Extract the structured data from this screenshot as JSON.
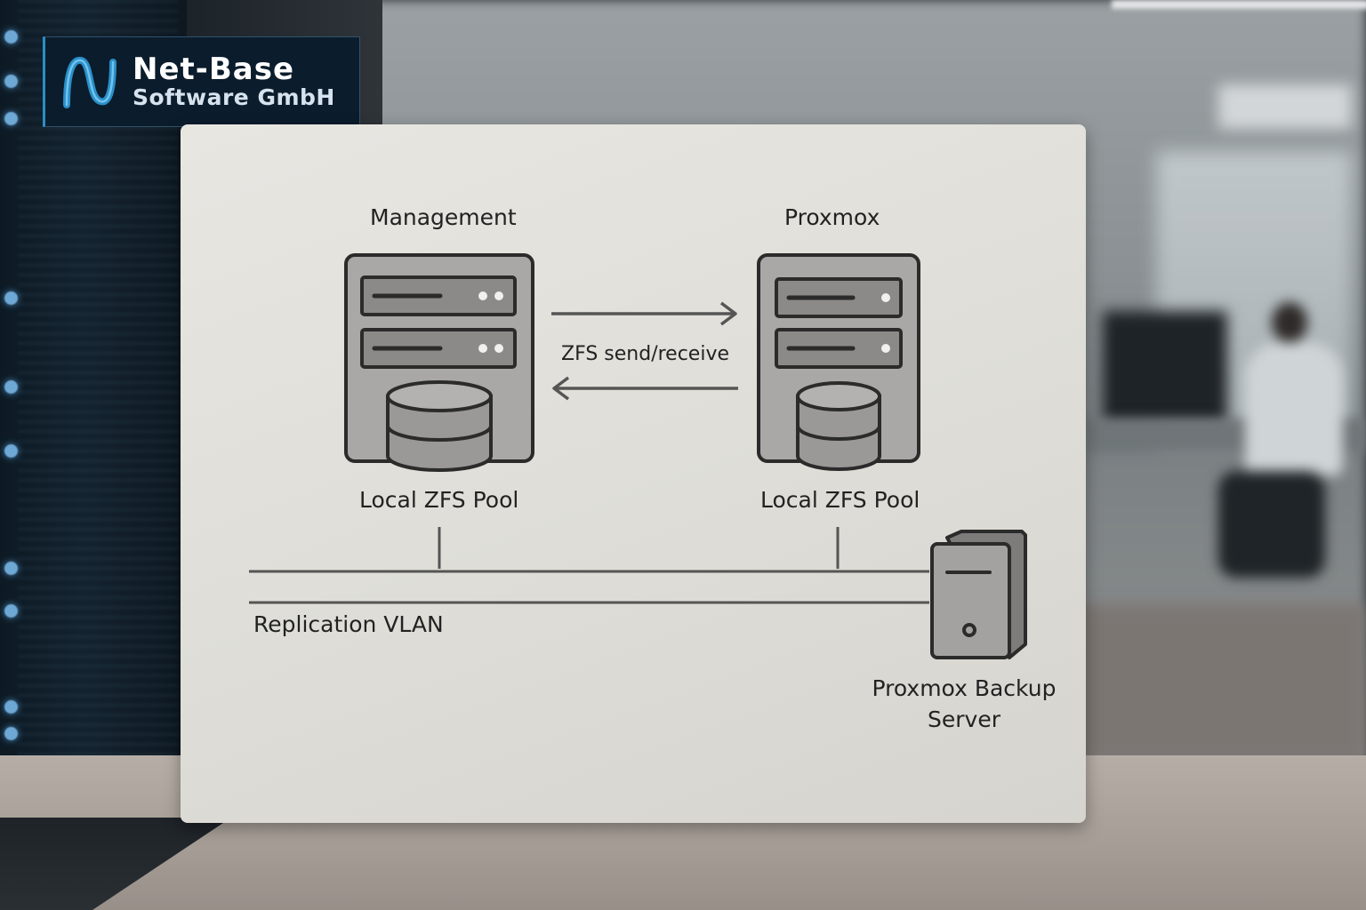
{
  "logo": {
    "name": "Net-Base",
    "subtitle": "Software GmbH",
    "accent_color": "#2b8fc7",
    "icon": "n-wave-logo-icon"
  },
  "diagram": {
    "nodes": [
      {
        "id": "management",
        "title": "Management",
        "storage_label": "Local ZFS Pool",
        "icon": "rack-server-icon"
      },
      {
        "id": "proxmox",
        "title": "Proxmox",
        "storage_label": "Local ZFS Pool",
        "icon": "rack-server-icon"
      },
      {
        "id": "backup",
        "title_line1": "Proxmox Backup",
        "title_line2": "Server",
        "icon": "tower-server-icon"
      }
    ],
    "link_label": "ZFS send/receive",
    "network_label": "Replication VLAN",
    "line_color": "#555555"
  }
}
